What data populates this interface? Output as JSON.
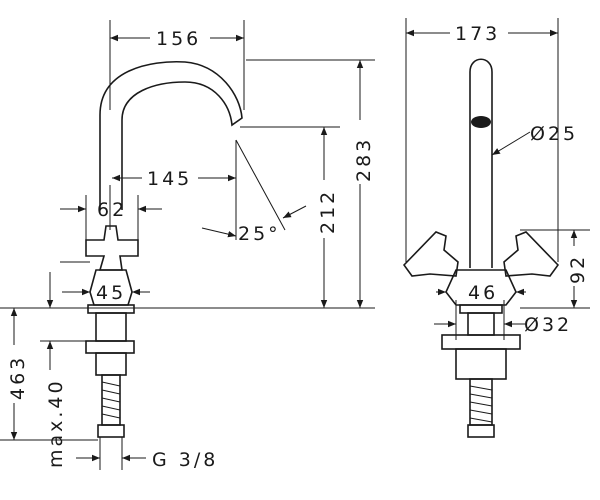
{
  "dimensions": {
    "spout_reach": "156",
    "overall_width": "173",
    "tip_diameter": "Ø25",
    "spout_offset": "145",
    "total_height": "283",
    "spout_height": "212",
    "angle": "25°",
    "handle_width": "62",
    "handle_height": "92",
    "base_width": "45",
    "body_width": "46",
    "base_diameter": "Ø32",
    "max_length": "463",
    "max_thickness": "max.40",
    "thread": "G 3/8"
  }
}
